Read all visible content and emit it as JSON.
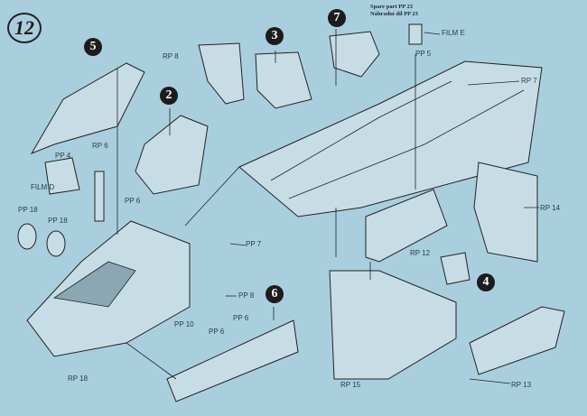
{
  "step_number": "12",
  "sub_steps": [
    "5",
    "2",
    "3",
    "7",
    "6",
    "4"
  ],
  "spare_part": {
    "en": "Spare part PP 23",
    "cz": "Náhradní díl PP 23"
  },
  "labels": {
    "rp8": "RP 8",
    "film_e": "FILM E",
    "pp5": "PP 5",
    "rp7": "RP 7",
    "pp4": "PP 4",
    "rp6": "RP 6",
    "film_d": "FILM D",
    "pp18a": "PP 18",
    "pp18b": "PP 18",
    "pp6a": "PP 6",
    "rp14": "RP 14",
    "rp12": "RP 12",
    "pp7": "PP 7",
    "pp8": "PP 8",
    "pp6b": "PP 6",
    "pp6c": "PP 6",
    "pp10": "PP 10",
    "rp18": "RP 18",
    "rp15": "RP 15",
    "rp13": "RP 13"
  }
}
